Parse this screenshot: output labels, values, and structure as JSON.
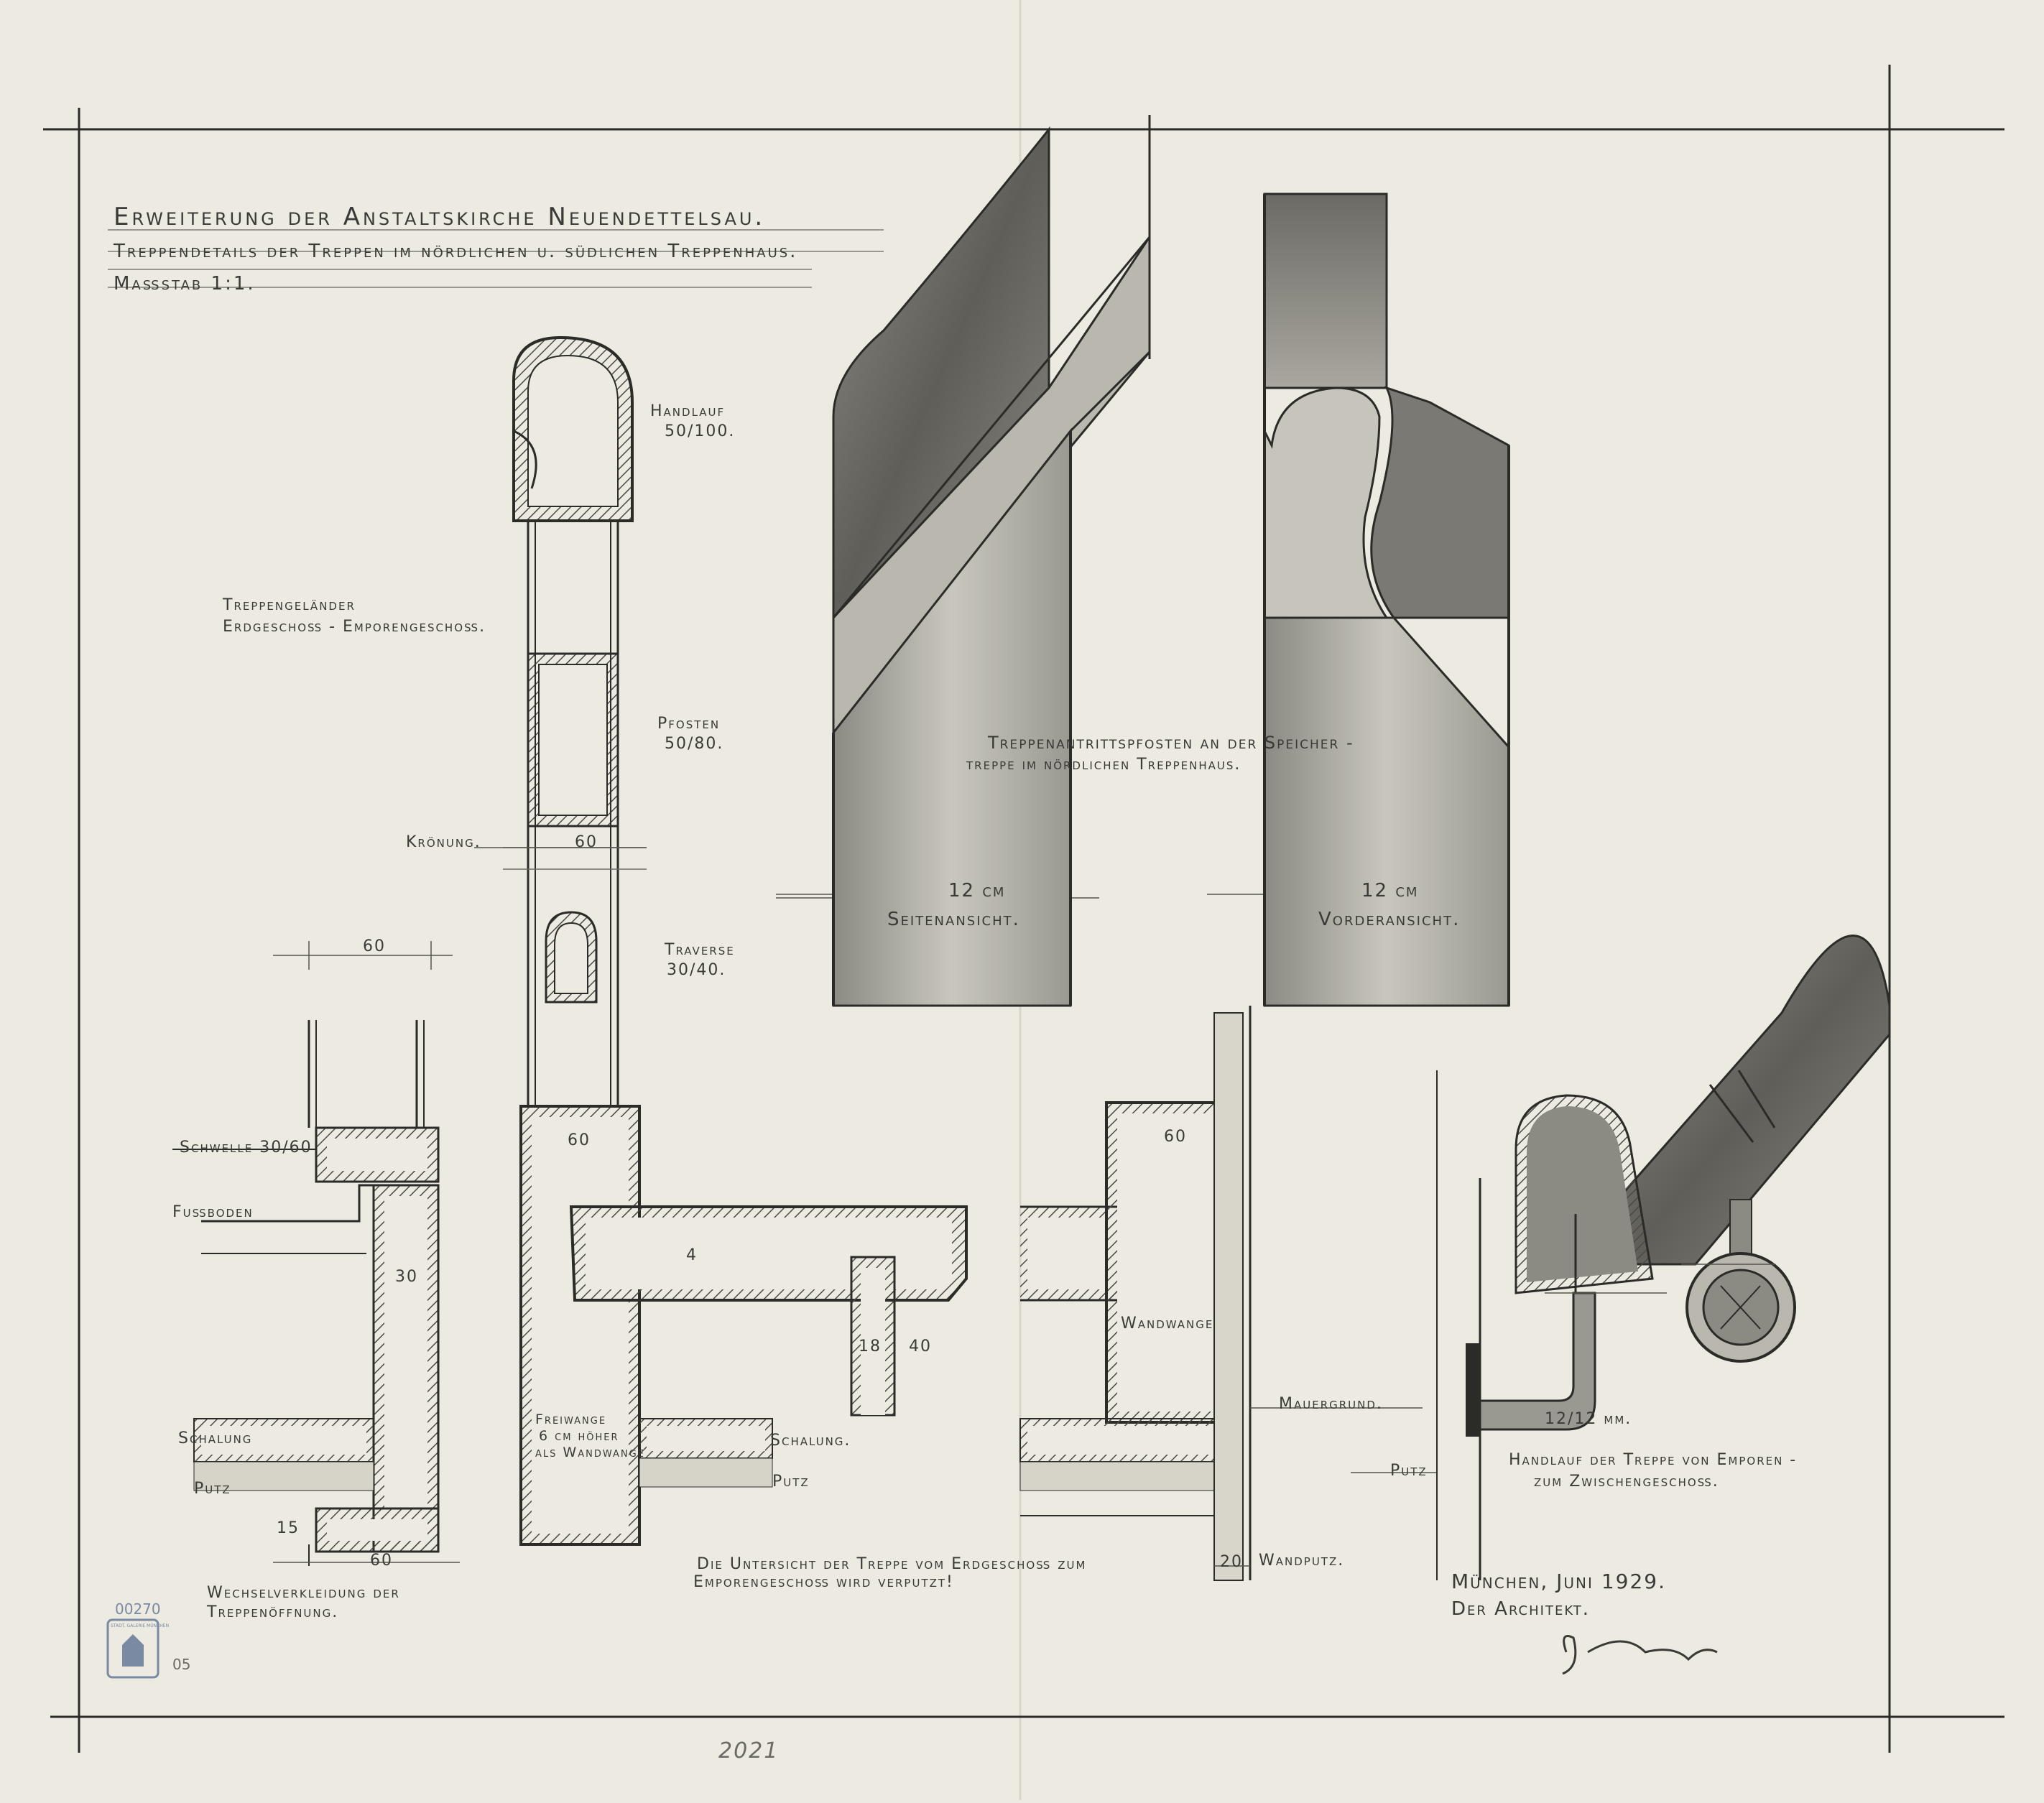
{
  "title": {
    "line1": "Erweiterung der Anstaltskirche Neuendettelsau.",
    "line2": "Treppendetails der Treppen im nördlichen u. südlichen Treppenhaus.",
    "scale": "Maßstab 1:1."
  },
  "labels": {
    "handlauf": "Handlauf",
    "handlauf_dim": "50/100.",
    "treppengelaender_1": "Treppengeländer",
    "treppengelaender_2": "Erdgeschoß - Emporengeschoß.",
    "pfosten": "Pfosten",
    "pfosten_dim": "50/80.",
    "kroenung": "Krönung.",
    "dim_60_post": "60",
    "traverse": "Traverse",
    "traverse_dim": "30/40.",
    "antrittspfosten_1": "Treppenantrittspfosten an der Speicher -",
    "antrittspfosten_2": "treppe im nördlichen Treppenhaus.",
    "dim_12cm_a": "12 cm",
    "seitenansicht": "Seitenansicht.",
    "dim_12cm_b": "12 cm",
    "vorderansicht": "Vorderansicht.",
    "dim_60_top": "60",
    "schwelle": "Schwelle 30/60",
    "fussboden": "Fußboden",
    "dim_30": "30",
    "schalung_left": "Schalung",
    "putz_left": "Putz",
    "dim_15": "15",
    "dim_60_bottom": "60",
    "wechsel_1": "Wechselverkleidung der",
    "wechsel_2": "Treppenöffnung.",
    "dim_60_freiwange": "60",
    "freiwange_1": "Freiwange",
    "freiwange_2": "6 cm höher",
    "freiwange_3": "als Wandwange",
    "dim_4": "4",
    "dim_18": "18",
    "dim_40": "40",
    "schalung_mid": "Schalung.",
    "putz_mid": "Putz",
    "dim_60_wand": "60",
    "wandwange": "Wandwange",
    "dim_20": "20",
    "wandputz": "Wandputz.",
    "mauergrund": "Mauergrund.",
    "putz_right": "Putz",
    "dim_12_12": "12/12 mm.",
    "handlauf_empore_1": "Handlauf der Treppe von Emporen -",
    "handlauf_empore_2": "zum Zwischengeschoß.",
    "unterseite_1": "Die Untersicht der Treppe vom Erdgeschoß zum",
    "unterseite_2": "Emporengeschoß wird verputzt!",
    "date": "München, Juni 1929.",
    "architect": "Der Architekt.",
    "inventory": "00270",
    "stamp_text": "STADT. GALERIE MÜNCHEN",
    "sheet_no": "05",
    "pencil_note": "2021"
  },
  "colors": {
    "paper": "#eceae1",
    "line": "#2b2b28",
    "shade": "#6e6d66",
    "stamp": "#7a8aa2"
  }
}
